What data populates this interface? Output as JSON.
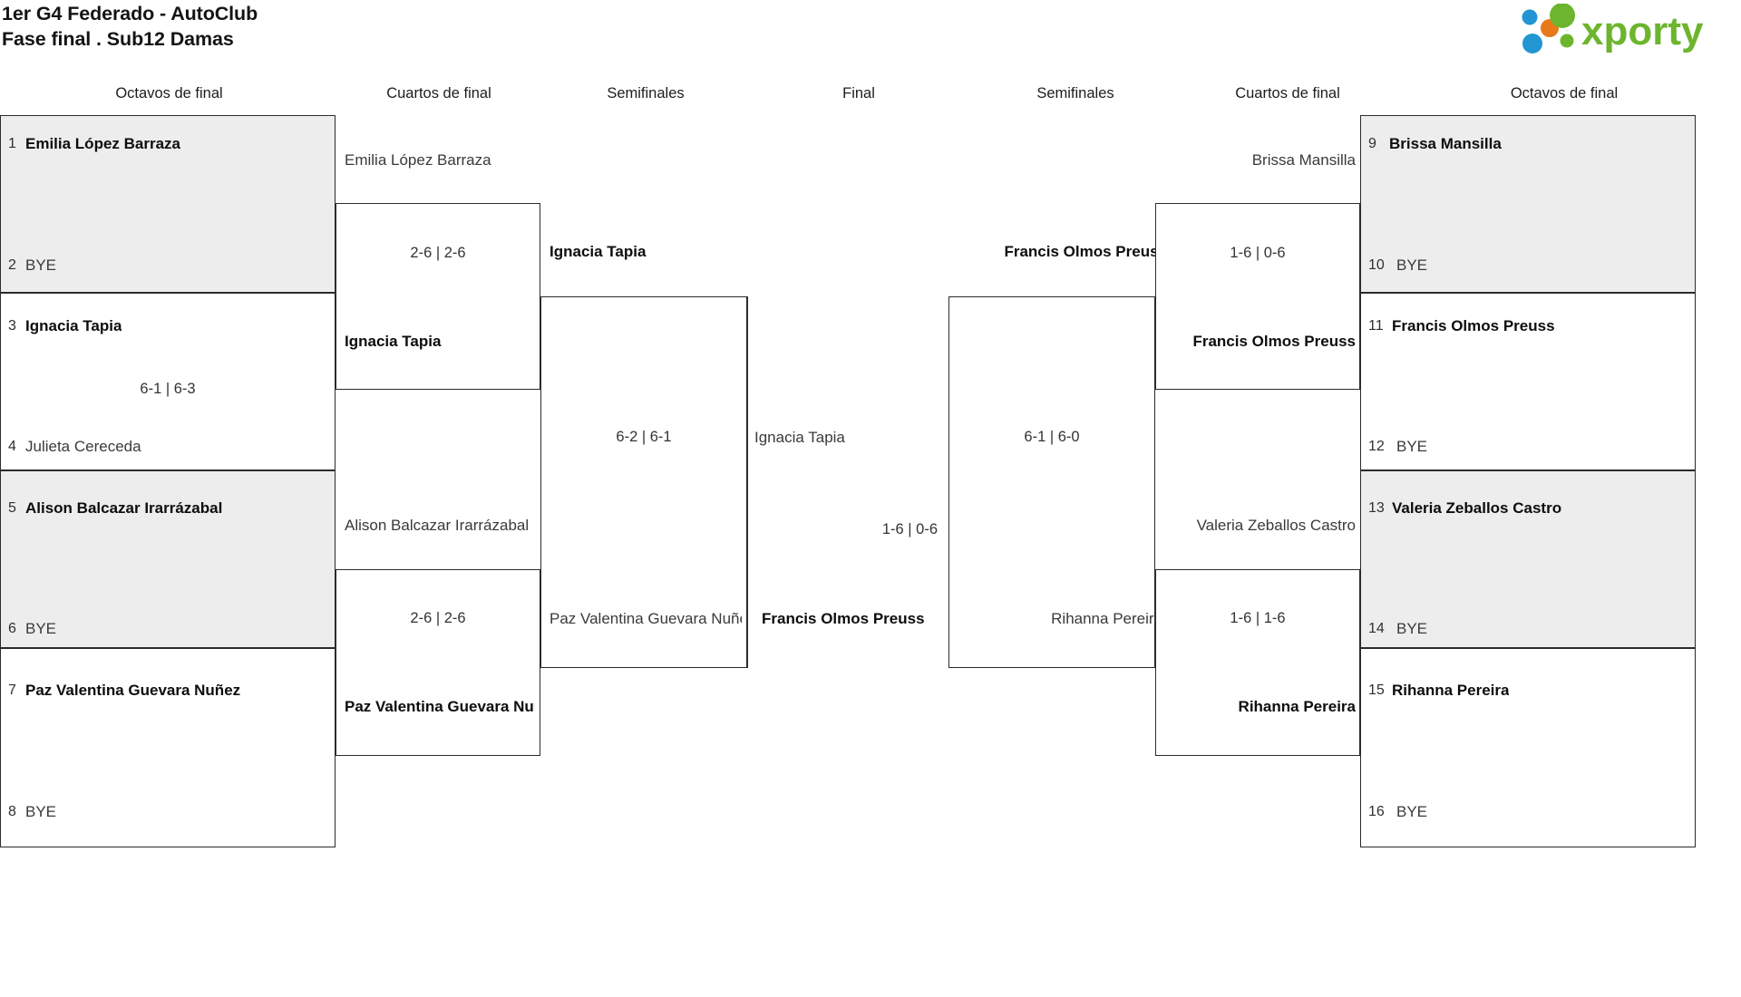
{
  "header": {
    "title_line1": "1er G4 Federado - AutoClub",
    "title_line2": "Fase final . Sub12 Damas",
    "logo_text": "xporty",
    "logo_colors": {
      "blue": "#2196d3",
      "orange": "#e8791a",
      "green": "#6cb52d",
      "text_green": "#6cb52d"
    }
  },
  "round_headers": {
    "left_r16": "Octavos de final",
    "left_qf": "Cuartos de final",
    "left_sf": "Semifinales",
    "final": "Final",
    "right_sf": "Semifinales",
    "right_qf": "Cuartos de final",
    "right_r16": "Octavos de final"
  },
  "left_r16": [
    {
      "seed": "1",
      "name": "Emilia López Barraza",
      "result": "winner"
    },
    {
      "seed": "2",
      "name": "BYE",
      "result": "loser"
    },
    {
      "seed": "3",
      "name": "Ignacia Tapia",
      "result": "winner"
    },
    {
      "seed": "4",
      "name": "Julieta Cereceda",
      "result": "loser"
    },
    {
      "seed": "5",
      "name": "Alison Balcazar Irarrázabal",
      "result": "winner"
    },
    {
      "seed": "6",
      "name": "BYE",
      "result": "loser"
    },
    {
      "seed": "7",
      "name": "Paz Valentina Guevara Nuñez",
      "result": "winner"
    },
    {
      "seed": "8",
      "name": "BYE",
      "result": "loser"
    }
  ],
  "right_r16": [
    {
      "seed": "9",
      "name": "Brissa Mansilla",
      "result": "winner"
    },
    {
      "seed": "10",
      "name": "BYE",
      "result": "loser"
    },
    {
      "seed": "11",
      "name": "Francis Olmos Preuss",
      "result": "winner"
    },
    {
      "seed": "12",
      "name": "BYE",
      "result": "loser"
    },
    {
      "seed": "13",
      "name": "Valeria Zeballos Castro",
      "result": "winner"
    },
    {
      "seed": "14",
      "name": "BYE",
      "result": "loser"
    },
    {
      "seed": "15",
      "name": "Rihanna Pereira",
      "result": "winner"
    },
    {
      "seed": "16",
      "name": "BYE",
      "result": "loser"
    }
  ],
  "left_r16_scores": {
    "match_1_2": "",
    "match_3_4": "6-1 | 6-3",
    "match_5_6": "",
    "match_7_8": ""
  },
  "left_qf": {
    "m1_top": {
      "name": "Emilia López Barraza",
      "result": "loser"
    },
    "m1_bottom": {
      "name": "Ignacia Tapia",
      "result": "winner"
    },
    "m1_score": "2-6 | 2-6",
    "m2_top": {
      "name": "Alison Balcazar Irarrázabal",
      "result": "loser"
    },
    "m2_bottom": {
      "name": "Paz Valentina Guevara Nuñez",
      "result": "winner"
    },
    "m2_score": "2-6 | 2-6"
  },
  "left_sf": {
    "top": {
      "name": "Ignacia Tapia",
      "result": "winner"
    },
    "bottom": {
      "name": "Paz Valentina Guevara Nuñez",
      "result": "loser"
    },
    "score": "6-2 | 6-1"
  },
  "final": {
    "top": {
      "name": "Ignacia Tapia",
      "result": "loser"
    },
    "bottom": {
      "name": "Francis Olmos Preuss",
      "result": "winner"
    },
    "score": "1-6 | 0-6"
  },
  "right_sf": {
    "top": {
      "name": "Francis Olmos Preuss",
      "result": "winner"
    },
    "bottom": {
      "name": "Rihanna Pereira",
      "result": "loser"
    },
    "score": "6-1 | 6-0"
  },
  "right_qf": {
    "m1_top": {
      "name": "Brissa Mansilla",
      "result": "loser"
    },
    "m1_bottom": {
      "name": "Francis Olmos Preuss",
      "result": "winner"
    },
    "m1_score": "1-6 | 0-6",
    "m2_top": {
      "name": "Valeria Zeballos Castro",
      "result": "loser"
    },
    "m2_bottom": {
      "name": "Rihanna Pereira",
      "result": "winner"
    },
    "m2_score": "1-6 | 1-6"
  }
}
